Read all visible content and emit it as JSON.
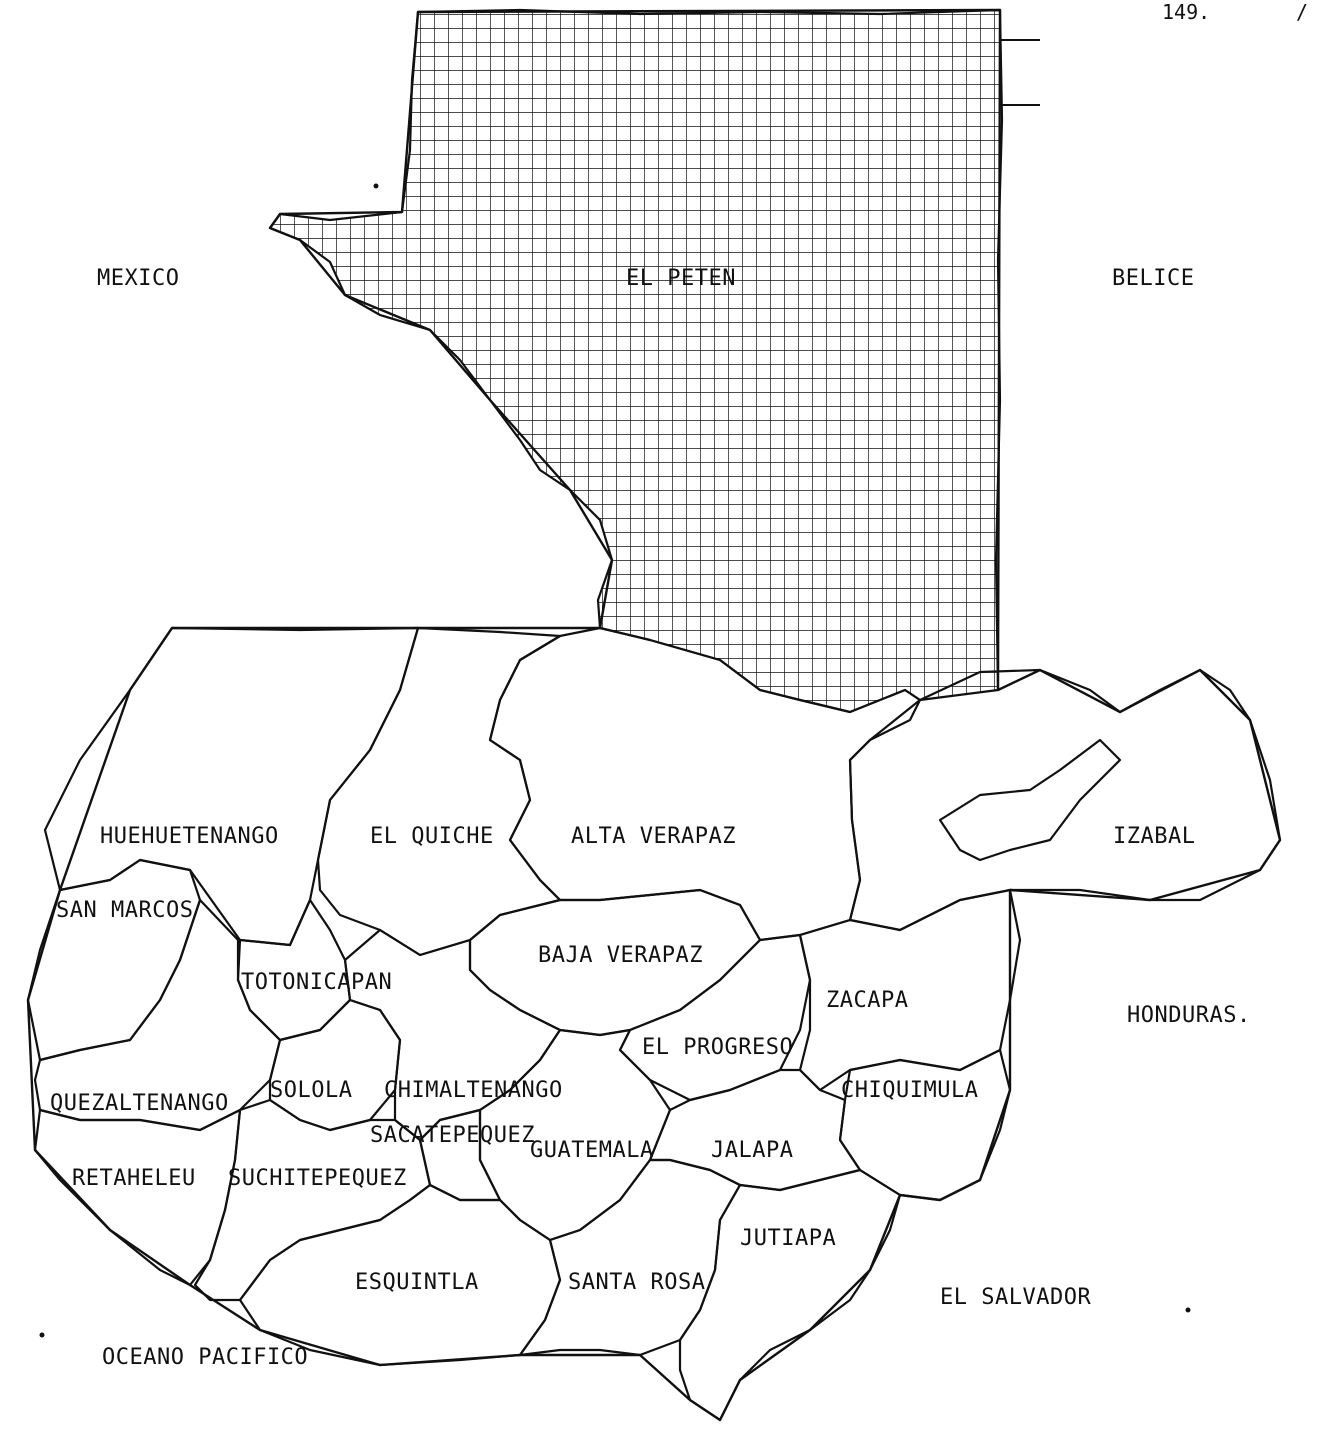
{
  "page_number": "149.",
  "page_mark": "/",
  "neighbors": {
    "mexico": "MEXICO",
    "belice": "BELICE",
    "honduras": "HONDURAS.",
    "el_salvador": "EL SALVADOR",
    "ocean": "OCEANO PACIFICO"
  },
  "departments": {
    "peten": "EL PETEN",
    "huehuetenango": "HUEHUETENANGO",
    "quiche": "EL QUICHE",
    "alta_verapaz": "ALTA VERAPAZ",
    "izabal": "IZABAL",
    "san_marcos": "SAN MARCOS",
    "totonicapan": "TOTONICAPAN",
    "baja_verapaz": "BAJA VERAPAZ",
    "zacapa": "ZACAPA",
    "el_progreso": "EL PROGRESO",
    "quezaltenango": "QUEZALTENANGO",
    "solola": "SOLOLA",
    "chimaltenango": "CHIMALTENANGO",
    "chiquimula": "CHIQUIMULA",
    "sacatepequez": "SACATEPEQUEZ",
    "guatemala": "GUATEMALA",
    "jalapa": "JALAPA",
    "retahuleu": "RETAHELEU",
    "suchitepequez": "SUCHITEPEQUEZ",
    "jutiapa": "JUTIAPA",
    "esquintla": "ESQUINTLA",
    "santa_rosa": "SANTA ROSA"
  },
  "colors": {
    "ink": "#111111",
    "paper": "#ffffff"
  }
}
